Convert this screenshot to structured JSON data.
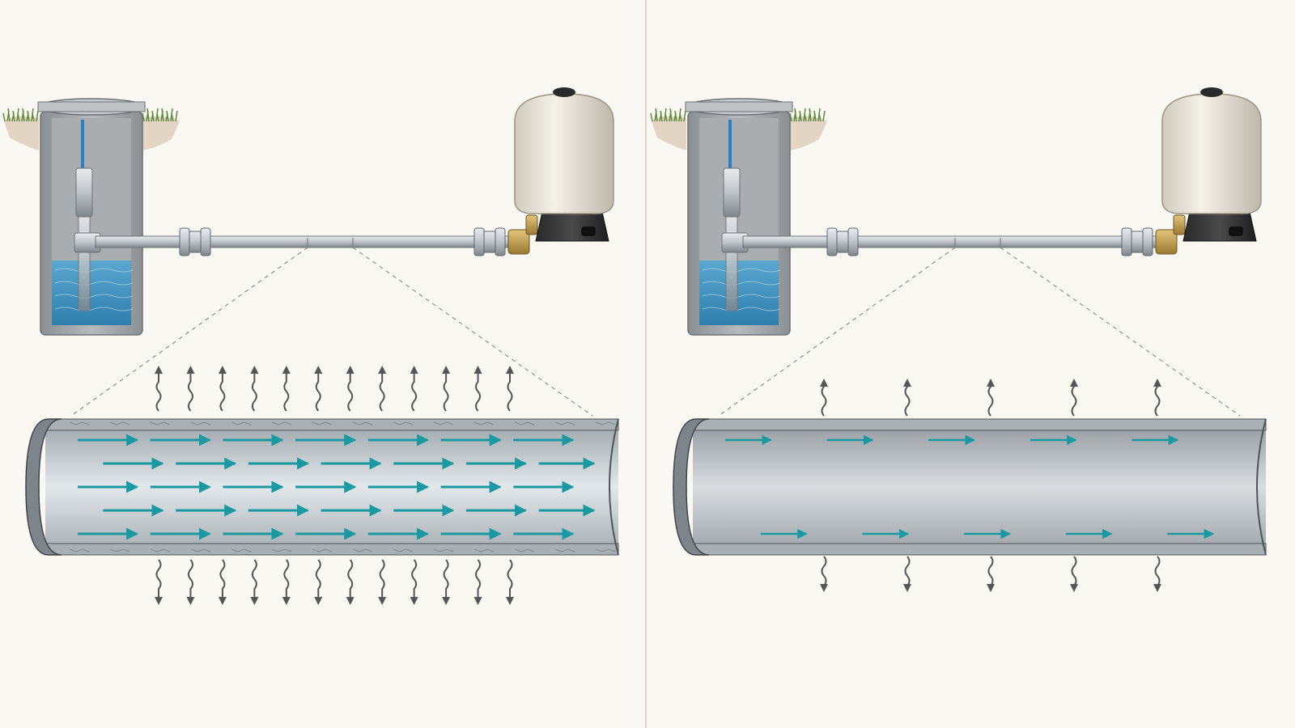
{
  "panels": [
    {
      "id": "left",
      "flow_rows": 5,
      "flow_arrows_per_row": 7,
      "flow_intensity": "high",
      "heat_arrow_count": 12,
      "pipe_wall": "rough"
    },
    {
      "id": "right",
      "flow_rows": 2,
      "flow_arrows_per_row": 5,
      "flow_intensity": "low",
      "heat_arrow_count": 5,
      "pipe_wall": "smooth"
    }
  ],
  "components": [
    "well-casing",
    "submersible-pump",
    "water",
    "supply-pipe",
    "union-fitting",
    "brass-valve",
    "pressure-tank",
    "ground-grass"
  ],
  "colors": {
    "background": "#faf8f3",
    "water": "#3d8fbd",
    "flow_arrow": "#1a9aa0",
    "heat_arrow": "#555555",
    "tank": "#ece8dc",
    "pipe": "#b9bec3",
    "divider": "#d8d4cc"
  },
  "icons": [
    "flow-arrow-icon",
    "heat-wave-arrow-icon"
  ]
}
